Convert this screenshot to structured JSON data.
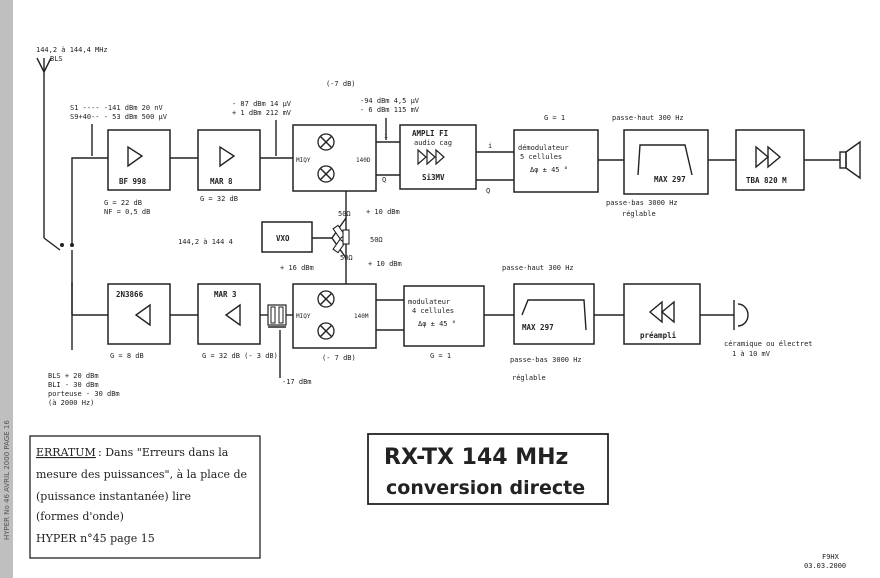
{
  "margin_text": "HYPER No 46 AVRIL 2000 PAGE 16",
  "band": {
    "line1": "144,2 à 144,4 MHz",
    "line2": "BLS"
  },
  "rx_levels": {
    "s1": "S1 ---- -141 dBm 20 nV",
    "s940": "S9+40-- - 53 dBm 500 µV",
    "mar8_out1": "- 87 dBm 14 µV",
    "mar8_out2": "+ 1 dBm 212 mV",
    "mix_loss": "(-7 dB)",
    "fi_out1": "-94 dBm 4,5 µV",
    "fi_out2": "- 6 dBm 115 mV"
  },
  "rx_blocks": {
    "bf998": "BF 998",
    "bf998_gain": "G = 22 dB",
    "bf998_nf": "NF = 0,5 dB",
    "mar8": "MAR 8",
    "mar8_gain": "G = 32 dB",
    "mixer_left": "MIQY",
    "mixer_right": "140D",
    "ampli_l1": "AMPLI FI",
    "ampli_l2": "audio cag",
    "ampli_part": "Si3MV",
    "demod_l1": "démodulateur",
    "demod_l2": "5 cellules",
    "demod_phase": "Δφ ± 45 °",
    "demod_gain": "G = 1",
    "filter_top": "passe-haut 300 Hz",
    "filter_part": "MAX 297",
    "filter_bottom": "passe-bas 3000 Hz",
    "filter_adj": "réglable",
    "tba": "TBA 820 M",
    "i_label": "i",
    "q_label": "Q"
  },
  "lo": {
    "freq": "144,2 à 144  4",
    "vxo": "VXO",
    "level_in": "+ 16 dBm",
    "level_up": "+ 10 dBm",
    "level_down": "+ 10 dBm",
    "r1": "50Ω",
    "r2": "50Ω",
    "r3": "50Ω"
  },
  "tx_blocks": {
    "q2n": "2N3866",
    "q2n_gain": "G = 8 dB",
    "mar3": "MAR 3",
    "mar3_gain": "G = 32 dB (- 3 dB)",
    "mixer_left": "MIQY",
    "mixer_right": "140M",
    "mix_loss": "(- 7 dB)",
    "mod_l1": "modulateur",
    "mod_l2": "4 cellules",
    "mod_phase": "Δφ ± 45 °",
    "mod_gain": "G = 1",
    "filter_top": "passe-haut 300 Hz",
    "filter_part": "MAX 297",
    "filter_bottom": "passe-bas 3000 Hz",
    "filter_adj": "réglable",
    "preampli": "préampli",
    "mic1": "céramique ou électret",
    "mic2": "1 à 10 mV",
    "att_level": "-17 dBm"
  },
  "tx_levels": {
    "l1": "BLS + 20 dBm",
    "l2": "BLI - 30 dBm",
    "l3": "porteuse - 30 dBm",
    "l4": "(à 2000 Hz)"
  },
  "erratum": {
    "line1_head": "ERRATUM",
    "line1_rest": ": Dans \"Erreurs dans la",
    "line2": "mesure des puissances\", à la place de",
    "line3": "(puissance instantanée) lire",
    "line4": "(formes d'onde)",
    "line5": "HYPER n°45  page 15"
  },
  "title": {
    "line1": "RX-TX 144  MHz",
    "line2": "conversion directe"
  },
  "footer": {
    "author": "F9HX",
    "date": "03.03.2000"
  }
}
